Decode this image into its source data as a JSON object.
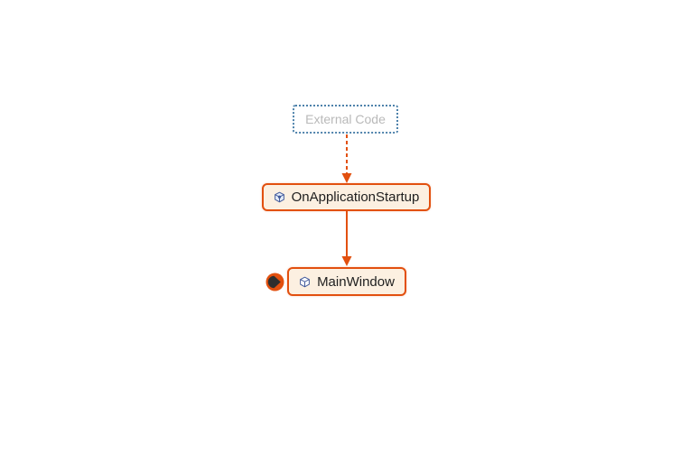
{
  "diagram": {
    "background": "#ffffff",
    "nodes": [
      {
        "id": "external-code",
        "label": "External Code",
        "kind": "external-group",
        "border_style": "dotted",
        "border_color": "#4e82ab",
        "fill": "#ffffff",
        "text_color": "#b9b9b9"
      },
      {
        "id": "onapplicationstartup",
        "label": "OnApplicationStartup",
        "kind": "method",
        "icon": "method-cube-icon",
        "border_color": "#e2500f",
        "fill": "#fcf0e1",
        "text_color": "#1e1e1e"
      },
      {
        "id": "mainwindow",
        "label": "MainWindow",
        "kind": "method",
        "icon": "method-cube-icon",
        "badge": "current-node-badge",
        "border_color": "#e2500f",
        "fill": "#fcf0e1",
        "text_color": "#1e1e1e"
      }
    ],
    "edges": [
      {
        "from": "External Code",
        "to": "OnApplicationStartup",
        "style": "dashed",
        "color": "#e2500f",
        "arrowhead": "filled-triangle-down"
      },
      {
        "from": "OnApplicationStartup",
        "to": "MainWindow",
        "style": "solid",
        "color": "#e2500f",
        "arrowhead": "filled-triangle-down"
      }
    ],
    "icon_colors": {
      "cube_stroke": "#41599b",
      "cube_fill": "#e4ecf8",
      "badge_ring": "#e2500f",
      "badge_core": "#2e2e2e"
    }
  }
}
